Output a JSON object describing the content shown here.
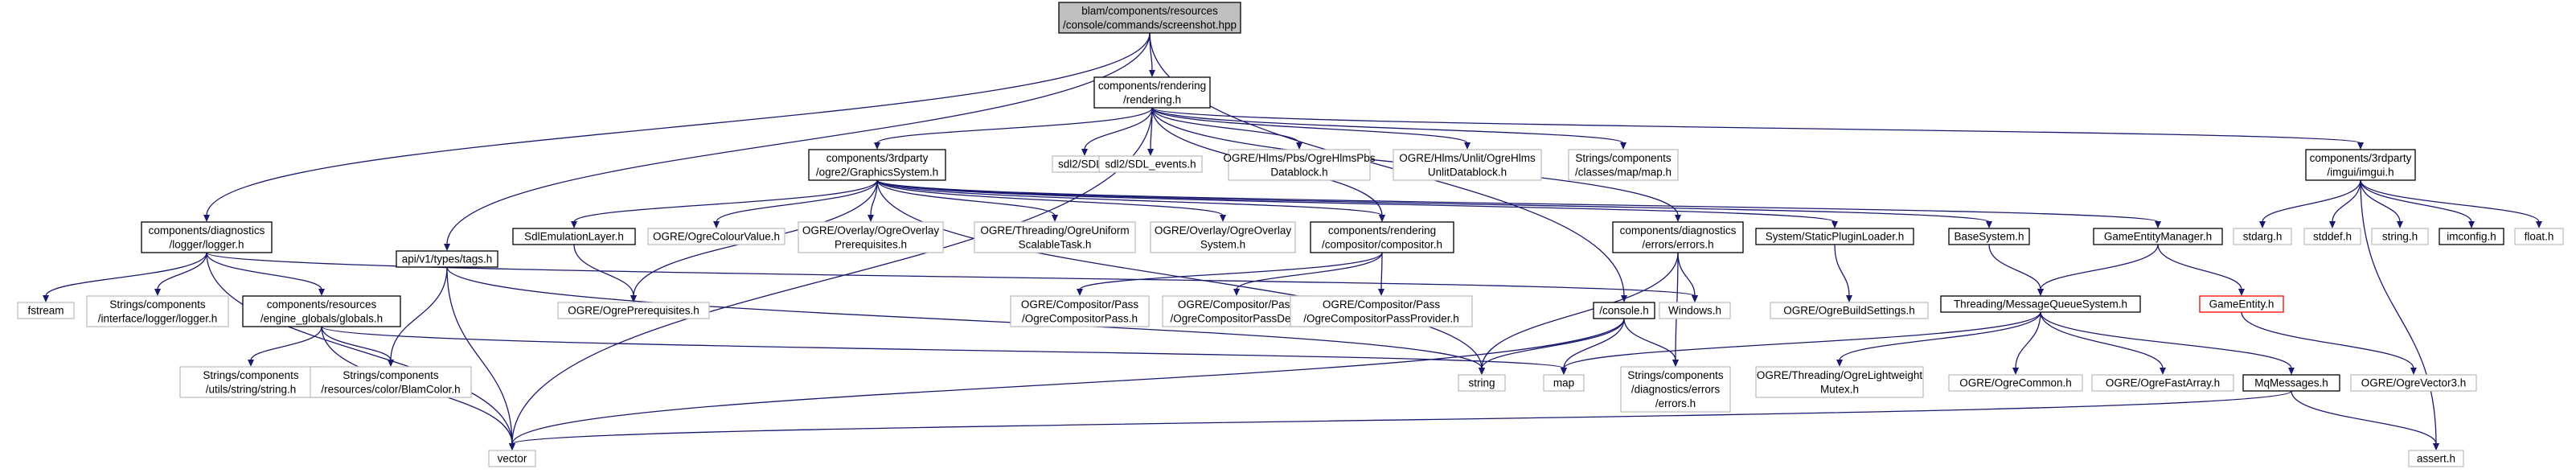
{
  "nodes": [
    {
      "id": "root",
      "lines": [
        "blam/components/resources",
        "/console/commands/screenshot.hpp"
      ],
      "style": "root"
    },
    {
      "id": "rendering",
      "lines": [
        "components/rendering",
        "/rendering.h"
      ],
      "style": "strong"
    },
    {
      "id": "logger",
      "lines": [
        "components/diagnostics",
        "/logger/logger.h"
      ],
      "style": "strong"
    },
    {
      "id": "tags",
      "lines": [
        "api/v1/types/tags.h"
      ],
      "style": "strong"
    },
    {
      "id": "gfx",
      "lines": [
        "components/3rdparty",
        "/ogre2/GraphicsSystem.h"
      ],
      "style": "strong"
    },
    {
      "id": "sdl",
      "lines": [
        "sdl2/SDL.h"
      ],
      "style": "weak"
    },
    {
      "id": "sdlev",
      "lines": [
        "sdl2/SDL_events.h"
      ],
      "style": "weak"
    },
    {
      "id": "hlmspbs",
      "lines": [
        "OGRE/Hlms/Pbs/OgreHlmsPbs",
        "Datablock.h"
      ],
      "style": "weak"
    },
    {
      "id": "hlmsunlit",
      "lines": [
        "OGRE/Hlms/Unlit/OgreHlms",
        "UnlitDatablock.h"
      ],
      "style": "weak"
    },
    {
      "id": "map",
      "lines": [
        "Strings/components",
        "/classes/map/map.h"
      ],
      "style": "weak"
    },
    {
      "id": "imgui",
      "lines": [
        "components/3rdparty",
        "/imgui/imgui.h"
      ],
      "style": "strong"
    },
    {
      "id": "sdlemu",
      "lines": [
        "SdlEmulationLayer.h"
      ],
      "style": "strong"
    },
    {
      "id": "colour",
      "lines": [
        "OGRE/OgreColourValue.h"
      ],
      "style": "weak"
    },
    {
      "id": "ovprereq",
      "lines": [
        "OGRE/Overlay/OgreOverlay",
        "Prerequisites.h"
      ],
      "style": "weak"
    },
    {
      "id": "uniform",
      "lines": [
        "OGRE/Threading/OgreUniform",
        "ScalableTask.h"
      ],
      "style": "weak"
    },
    {
      "id": "ovsys",
      "lines": [
        "OGRE/Overlay/OgreOverlay",
        "System.h"
      ],
      "style": "weak"
    },
    {
      "id": "compositor",
      "lines": [
        "components/rendering",
        "/compositor/compositor.h"
      ],
      "style": "strong"
    },
    {
      "id": "errors",
      "lines": [
        "components/diagnostics",
        "/errors/errors.h"
      ],
      "style": "strong"
    },
    {
      "id": "staticplugin",
      "lines": [
        "System/StaticPluginLoader.h"
      ],
      "style": "strong"
    },
    {
      "id": "basesys",
      "lines": [
        "BaseSystem.h"
      ],
      "style": "strong"
    },
    {
      "id": "gem",
      "lines": [
        "GameEntityManager.h"
      ],
      "style": "strong"
    },
    {
      "id": "stdarg",
      "lines": [
        "stdarg.h"
      ],
      "style": "weak"
    },
    {
      "id": "stddef",
      "lines": [
        "stddef.h"
      ],
      "style": "weak"
    },
    {
      "id": "stringh",
      "lines": [
        "string.h"
      ],
      "style": "weak"
    },
    {
      "id": "imconfig",
      "lines": [
        "imconfig.h"
      ],
      "style": "strong"
    },
    {
      "id": "floath",
      "lines": [
        "float.h"
      ],
      "style": "weak"
    },
    {
      "id": "fstream",
      "lines": [
        "fstream"
      ],
      "style": "weak"
    },
    {
      "id": "ilogger",
      "lines": [
        "Strings/components",
        "/interface/logger/logger.h"
      ],
      "style": "weak"
    },
    {
      "id": "globals",
      "lines": [
        "components/resources",
        "/engine_globals/globals.h"
      ],
      "style": "strong"
    },
    {
      "id": "ogreprereq",
      "lines": [
        "OGRE/OgrePrerequisites.h"
      ],
      "style": "weak"
    },
    {
      "id": "cpass",
      "lines": [
        "OGRE/Compositor/Pass",
        "/OgreCompositorPass.h"
      ],
      "style": "weak"
    },
    {
      "id": "cpassdef",
      "lines": [
        "OGRE/Compositor/Pass",
        "/OgreCompositorPassDef.h"
      ],
      "style": "weak"
    },
    {
      "id": "cpassprov",
      "lines": [
        "OGRE/Compositor/Pass",
        "/OgreCompositorPassProvider.h"
      ],
      "style": "weak"
    },
    {
      "id": "console",
      "lines": [
        "/console.h"
      ],
      "style": "strong"
    },
    {
      "id": "windows",
      "lines": [
        "Windows.h"
      ],
      "style": "weak"
    },
    {
      "id": "buildset",
      "lines": [
        "OGRE/OgreBuildSettings.h"
      ],
      "style": "weak"
    },
    {
      "id": "mqsys",
      "lines": [
        "Threading/MessageQueueSystem.h"
      ],
      "style": "strong"
    },
    {
      "id": "gameentity",
      "lines": [
        "GameEntity.h"
      ],
      "style": "red"
    },
    {
      "id": "strstring",
      "lines": [
        "Strings/components",
        "/utils/string/string.h"
      ],
      "style": "weak"
    },
    {
      "id": "blamcolor",
      "lines": [
        "Strings/components",
        "/resources/color/BlamColor.h"
      ],
      "style": "weak"
    },
    {
      "id": "string",
      "lines": [
        "string"
      ],
      "style": "weak"
    },
    {
      "id": "mapstd",
      "lines": [
        "map"
      ],
      "style": "weak"
    },
    {
      "id": "derrors",
      "lines": [
        "Strings/components",
        "/diagnostics/errors",
        "/errors.h"
      ],
      "style": "weak"
    },
    {
      "id": "lwmutex",
      "lines": [
        "OGRE/Threading/OgreLightweight",
        "Mutex.h"
      ],
      "style": "weak"
    },
    {
      "id": "common",
      "lines": [
        "OGRE/OgreCommon.h"
      ],
      "style": "weak"
    },
    {
      "id": "fastarr",
      "lines": [
        "OGRE/OgreFastArray.h"
      ],
      "style": "weak"
    },
    {
      "id": "mq",
      "lines": [
        "MqMessages.h"
      ],
      "style": "strong"
    },
    {
      "id": "vec3",
      "lines": [
        "OGRE/OgreVector3.h"
      ],
      "style": "weak"
    },
    {
      "id": "vector",
      "lines": [
        "vector"
      ],
      "style": "weak"
    },
    {
      "id": "assert",
      "lines": [
        "assert.h"
      ],
      "style": "weak"
    }
  ],
  "edges": [
    [
      "root",
      "rendering"
    ],
    [
      "root",
      "logger"
    ],
    [
      "root",
      "tags"
    ],
    [
      "root",
      "console"
    ],
    [
      "rendering",
      "gfx"
    ],
    [
      "rendering",
      "sdl"
    ],
    [
      "rendering",
      "sdlev"
    ],
    [
      "rendering",
      "hlmspbs"
    ],
    [
      "rendering",
      "hlmsunlit"
    ],
    [
      "rendering",
      "map"
    ],
    [
      "rendering",
      "imgui"
    ],
    [
      "rendering",
      "errors"
    ],
    [
      "rendering",
      "compositor"
    ],
    [
      "rendering",
      "vector"
    ],
    [
      "gfx",
      "sdlemu"
    ],
    [
      "gfx",
      "colour"
    ],
    [
      "gfx",
      "ovprereq"
    ],
    [
      "gfx",
      "uniform"
    ],
    [
      "gfx",
      "ovsys"
    ],
    [
      "gfx",
      "compositor"
    ],
    [
      "gfx",
      "staticplugin"
    ],
    [
      "gfx",
      "basesys"
    ],
    [
      "gfx",
      "gem"
    ],
    [
      "gfx",
      "ogreprereq"
    ],
    [
      "gfx",
      "string"
    ],
    [
      "sdlemu",
      "ogreprereq"
    ],
    [
      "compositor",
      "cpass"
    ],
    [
      "compositor",
      "cpassdef"
    ],
    [
      "compositor",
      "cpassprov"
    ],
    [
      "staticplugin",
      "buildset"
    ],
    [
      "basesys",
      "mqsys"
    ],
    [
      "gem",
      "mqsys"
    ],
    [
      "gem",
      "gameentity"
    ],
    [
      "gameentity",
      "vec3"
    ],
    [
      "imgui",
      "stdarg"
    ],
    [
      "imgui",
      "stddef"
    ],
    [
      "imgui",
      "stringh"
    ],
    [
      "imgui",
      "imconfig"
    ],
    [
      "imgui",
      "floath"
    ],
    [
      "imgui",
      "assert"
    ],
    [
      "logger",
      "fstream"
    ],
    [
      "logger",
      "ilogger"
    ],
    [
      "logger",
      "globals"
    ],
    [
      "logger",
      "vector"
    ],
    [
      "logger",
      "windows"
    ],
    [
      "globals",
      "strstring"
    ],
    [
      "globals",
      "blamcolor"
    ],
    [
      "globals",
      "mapstd"
    ],
    [
      "globals",
      "vector"
    ],
    [
      "tags",
      "blamcolor"
    ],
    [
      "tags",
      "string"
    ],
    [
      "tags",
      "vector"
    ],
    [
      "errors",
      "windows"
    ],
    [
      "errors",
      "string"
    ],
    [
      "errors",
      "derrors"
    ],
    [
      "console",
      "string"
    ],
    [
      "console",
      "mapstd"
    ],
    [
      "console",
      "derrors"
    ],
    [
      "console",
      "vector"
    ],
    [
      "mqsys",
      "lwmutex"
    ],
    [
      "mqsys",
      "common"
    ],
    [
      "mqsys",
      "fastarr"
    ],
    [
      "mqsys",
      "mq"
    ],
    [
      "mqsys",
      "mapstd"
    ],
    [
      "mq",
      "vector"
    ],
    [
      "mq",
      "assert"
    ]
  ]
}
